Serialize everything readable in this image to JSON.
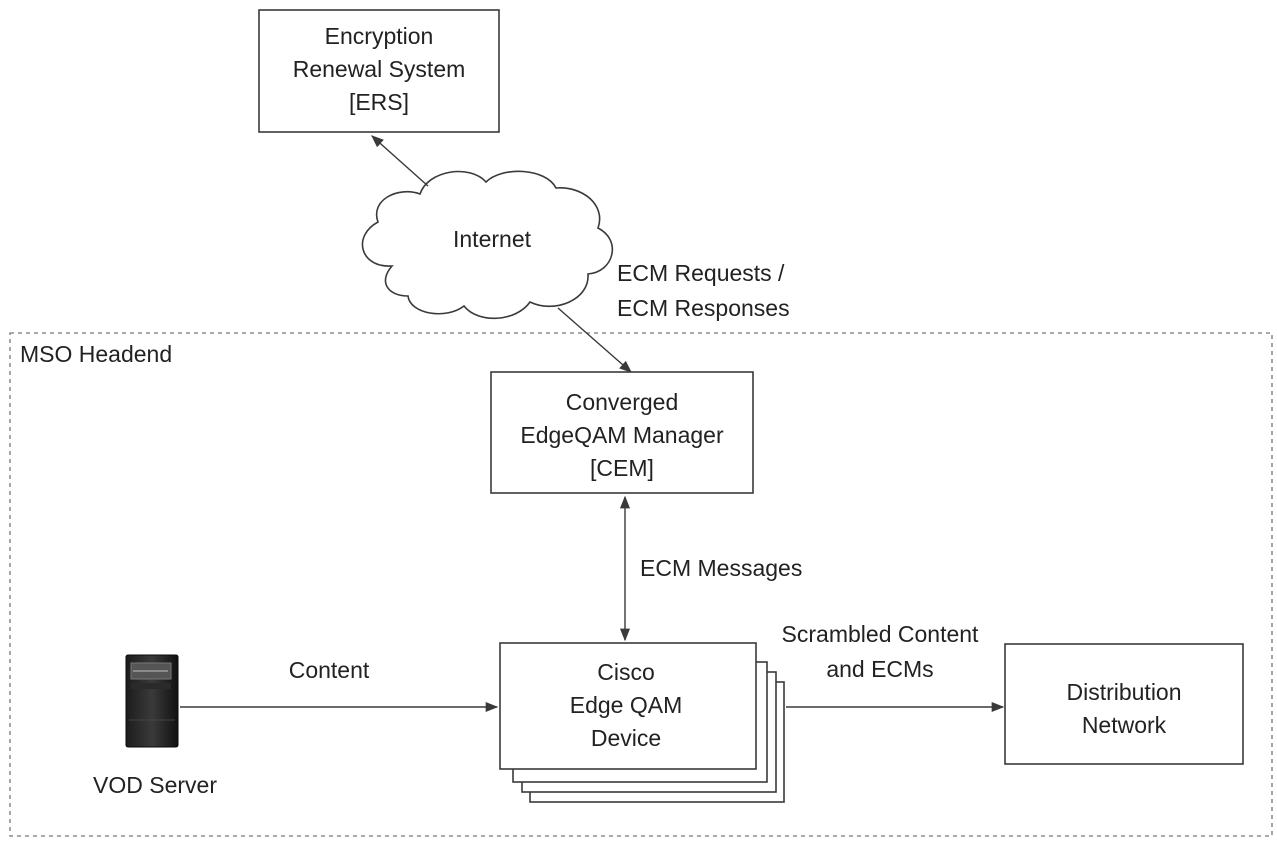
{
  "ers": {
    "lines": [
      "Encryption",
      "Renewal System",
      "[ERS]"
    ]
  },
  "internet": {
    "label": "Internet"
  },
  "ecm_requests": {
    "lines": [
      "ECM Requests /",
      "ECM Responses"
    ]
  },
  "headend": {
    "label": "MSO Headend"
  },
  "cem": {
    "lines": [
      "Converged",
      "EdgeQAM Manager",
      "[CEM]"
    ]
  },
  "ecm_messages": {
    "label": "ECM Messages"
  },
  "vod": {
    "label": "VOD Server"
  },
  "content": {
    "label": "Content"
  },
  "cisco": {
    "lines": [
      "Cisco",
      "Edge QAM",
      "Device"
    ]
  },
  "scrambled": {
    "lines": [
      "Scrambled Content",
      "and ECMs"
    ]
  },
  "distribution": {
    "lines": [
      "Distribution",
      "Network"
    ]
  }
}
